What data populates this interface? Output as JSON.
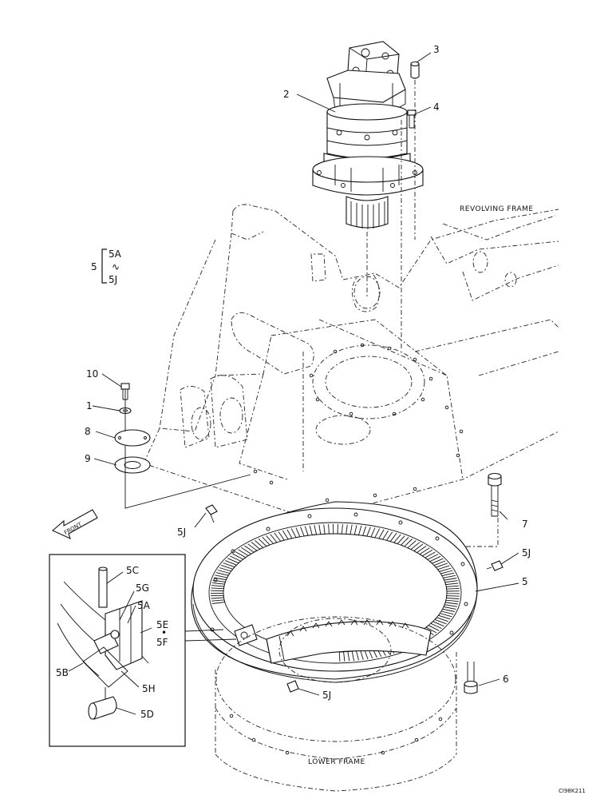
{
  "callouts": {
    "c1": "1",
    "c2": "2",
    "c3": "3",
    "c4": "4",
    "c5": "5",
    "c6": "6",
    "c7": "7",
    "c8": "8",
    "c9": "9",
    "c10": "10",
    "c5j_a": "5J",
    "c5j_b": "5J",
    "c5j_c": "5J"
  },
  "bracket": {
    "number": "5",
    "top": "5A",
    "mid": "∿",
    "bottom": "5J"
  },
  "frames": {
    "revolving": "REVOLVING FRAME",
    "lower": "LOWER FRAME"
  },
  "front_arrow": "FRONT",
  "detail": {
    "l5c": "5C",
    "l5g": "5G",
    "l5a": "5A",
    "l5e": "5E",
    "dot": "•",
    "l5f": "5F",
    "l5b": "5B",
    "l5h": "5H",
    "l5d": "5D"
  },
  "figure_code": "CI98K211"
}
